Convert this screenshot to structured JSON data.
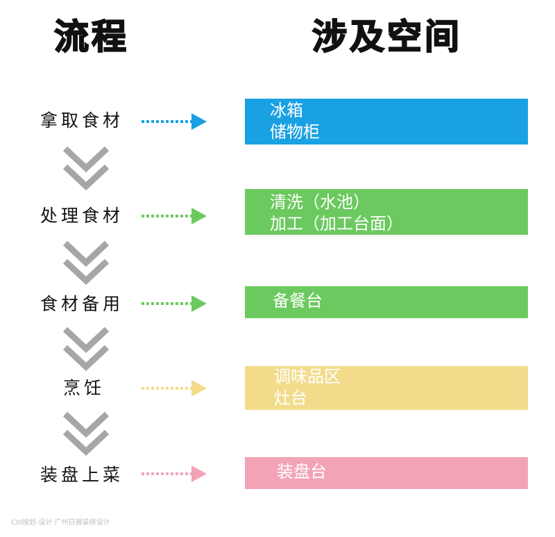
{
  "headers": {
    "left": "流程",
    "right": "涉及空间"
  },
  "steps": [
    {
      "label": "拿取食材",
      "color": "#1aa1e3",
      "space_lines": [
        "冰箱",
        "储物柜"
      ]
    },
    {
      "label": "处理食材",
      "color": "#6cc95f",
      "space_lines": [
        "清洗（水池）",
        "加工（加工台面）"
      ]
    },
    {
      "label": "食材备用",
      "color": "#6cc95f",
      "space_lines": [
        "备餐台",
        ""
      ]
    },
    {
      "label": "烹饪",
      "color": "#f2dc8c",
      "space_lines": [
        "调味品区",
        "灶台"
      ]
    },
    {
      "label": "装盘上菜",
      "color": "#f2a4b6",
      "space_lines": [
        "装盘台",
        ""
      ]
    }
  ],
  "chevron_color": "#a6a6a6",
  "watermark": "CIII规划-设计·广州日报装修设计"
}
